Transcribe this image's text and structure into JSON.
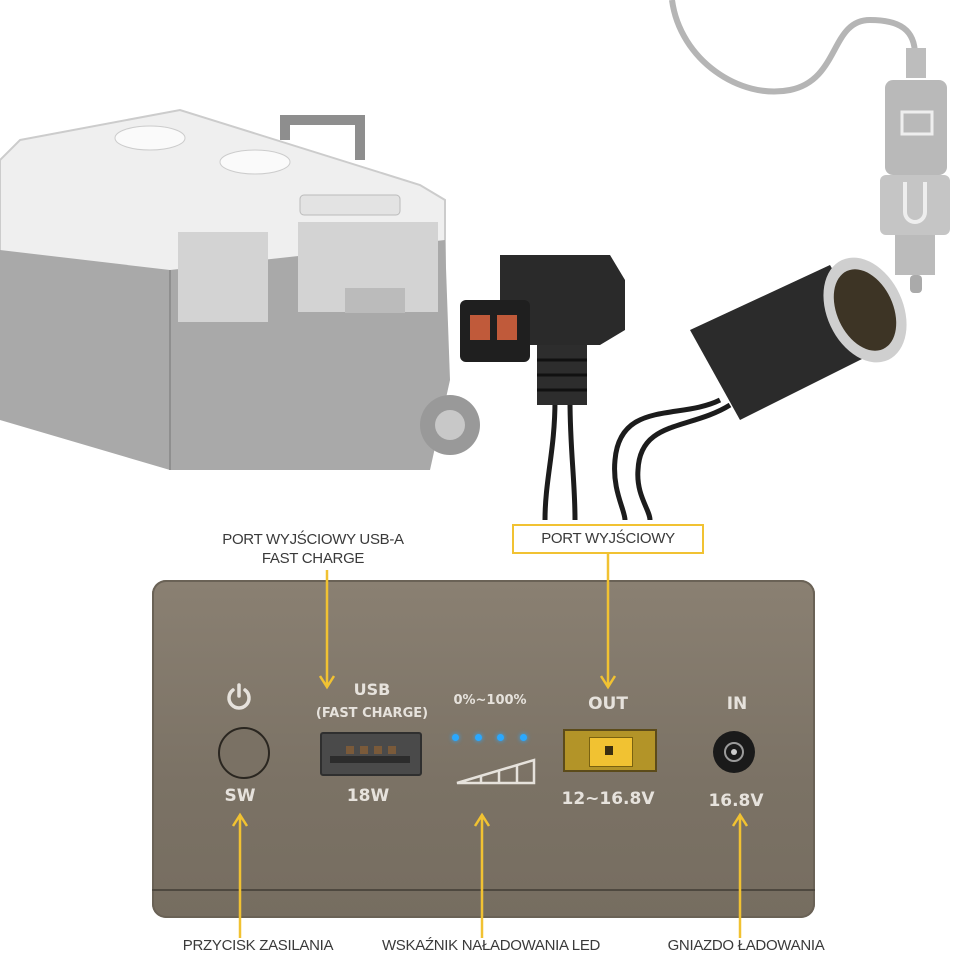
{
  "labels": {
    "usb_port_line1": "PORT WYJŚCIOWY USB-A",
    "usb_port_line2": "FAST CHARGE",
    "output_port": "PORT WYJŚCIOWY",
    "power_button": "PRZYCISK ZASILANIA",
    "led_indicator": "WSKAŹNIK NAŁADOWANIA LED",
    "charging_socket": "GNIAZDO ŁADOWANIA"
  },
  "device": {
    "sw": "SW",
    "usb": "USB",
    "usb_sub": "(FAST CHARGE)",
    "usb_power": "18W",
    "battery_range": "0%~100%",
    "led_count": 4,
    "out": "OUT",
    "out_voltage": "12~16.8V",
    "in": "IN",
    "in_voltage": "16.8V"
  },
  "colors": {
    "accent": "#f1c232",
    "led": "#2aa8ff",
    "body": "#7d7467"
  }
}
